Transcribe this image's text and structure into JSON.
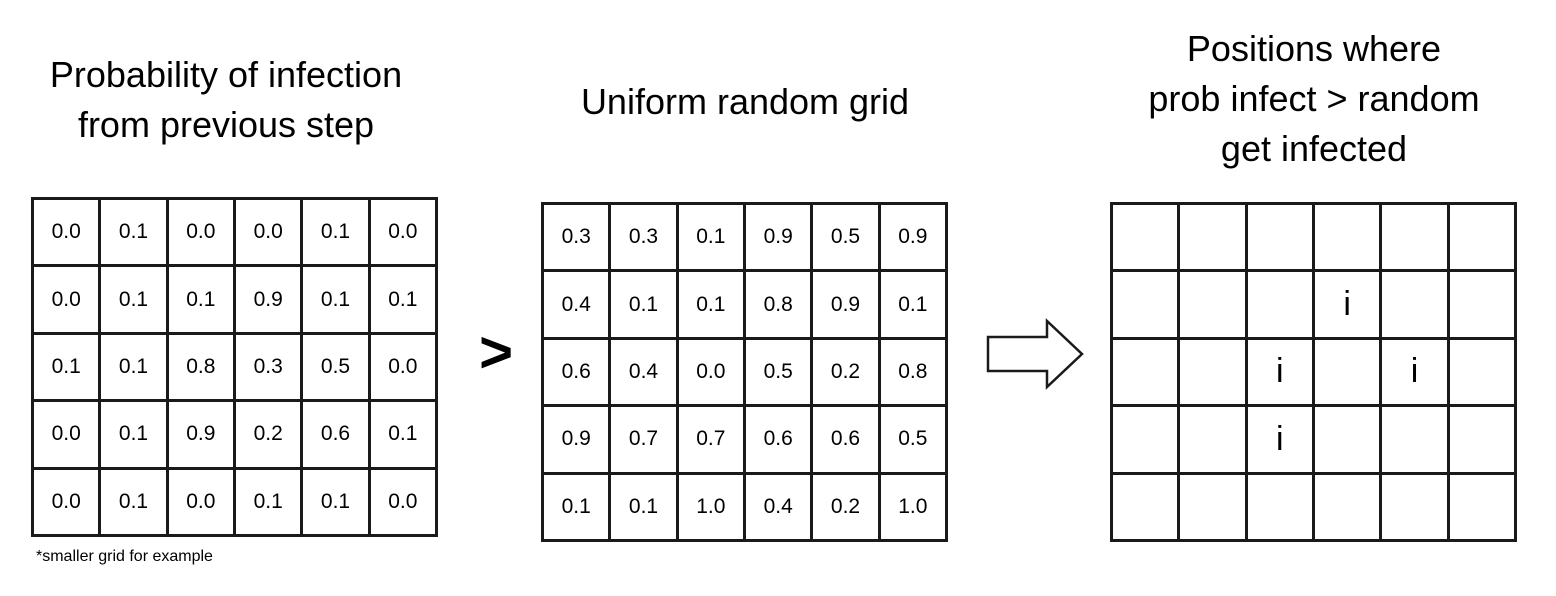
{
  "titles": {
    "left": "Probability of infection\nfrom previous step",
    "middle": "Uniform random grid",
    "right": "Positions where\nprob infect > random\nget infected"
  },
  "comparison_operator": ">",
  "footnote": "*smaller grid for example",
  "arrow_icon": "right-arrow-icon",
  "grids": {
    "probability": [
      [
        "0.0",
        "0.1",
        "0.0",
        "0.0",
        "0.1",
        "0.0"
      ],
      [
        "0.0",
        "0.1",
        "0.1",
        "0.9",
        "0.1",
        "0.1"
      ],
      [
        "0.1",
        "0.1",
        "0.8",
        "0.3",
        "0.5",
        "0.0"
      ],
      [
        "0.0",
        "0.1",
        "0.9",
        "0.2",
        "0.6",
        "0.1"
      ],
      [
        "0.0",
        "0.1",
        "0.0",
        "0.1",
        "0.1",
        "0.0"
      ]
    ],
    "random": [
      [
        "0.3",
        "0.3",
        "0.1",
        "0.9",
        "0.5",
        "0.9"
      ],
      [
        "0.4",
        "0.1",
        "0.1",
        "0.8",
        "0.9",
        "0.1"
      ],
      [
        "0.6",
        "0.4",
        "0.0",
        "0.5",
        "0.2",
        "0.8"
      ],
      [
        "0.9",
        "0.7",
        "0.7",
        "0.6",
        "0.6",
        "0.5"
      ],
      [
        "0.1",
        "0.1",
        "1.0",
        "0.4",
        "0.2",
        "1.0"
      ]
    ],
    "result": [
      [
        "",
        "",
        "",
        "",
        "",
        ""
      ],
      [
        "",
        "",
        "",
        "i",
        "",
        ""
      ],
      [
        "",
        "",
        "i",
        "",
        "i",
        ""
      ],
      [
        "",
        "",
        "i",
        "",
        "",
        ""
      ],
      [
        "",
        "",
        "",
        "",
        "",
        ""
      ]
    ]
  }
}
